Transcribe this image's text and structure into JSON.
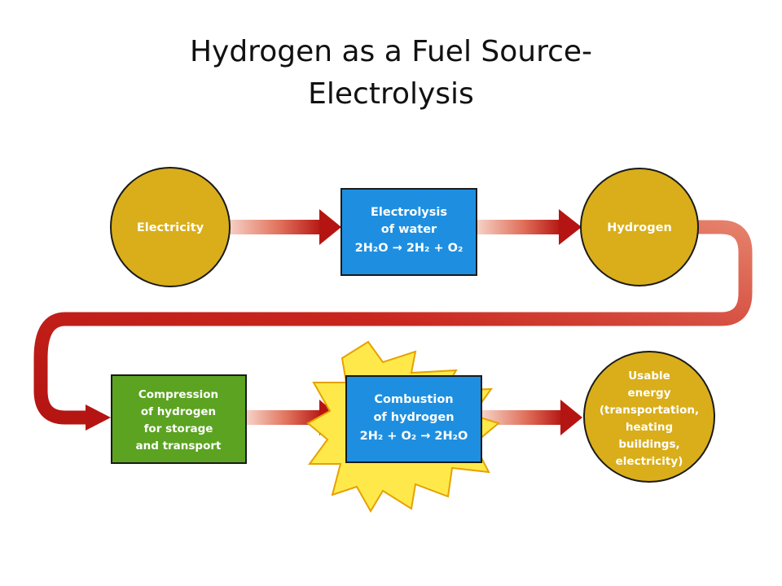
{
  "title": {
    "line1": "Hydrogen as a Fuel Source-",
    "line2": "Electrolysis"
  },
  "nodes": {
    "electricity": {
      "label": "Electricity",
      "color": "#D9AE1A"
    },
    "electrolysis": {
      "line1": "Electrolysis",
      "line2": "of water",
      "equation": "2H₂O → 2H₂ + O₂",
      "color": "#1E8FE0"
    },
    "hydrogen": {
      "label": "Hydrogen",
      "color": "#D9AE1A"
    },
    "compression": {
      "lines": [
        "Compression",
        "of hydrogen",
        "for storage",
        "and transport"
      ],
      "color": "#5BA321"
    },
    "combustion": {
      "line1": "Combustion",
      "line2": "of hydrogen",
      "equation": "2H₂ + O₂ → 2H₂O",
      "color": "#1E8FE0",
      "burst_color": "#FFE94A"
    },
    "usable_energy": {
      "lines": [
        "Usable",
        "energy",
        "(transportation,",
        "heating",
        "buildings,",
        "electricity)"
      ],
      "color": "#D9AE1A"
    }
  },
  "arrow_color": "#C8201C"
}
